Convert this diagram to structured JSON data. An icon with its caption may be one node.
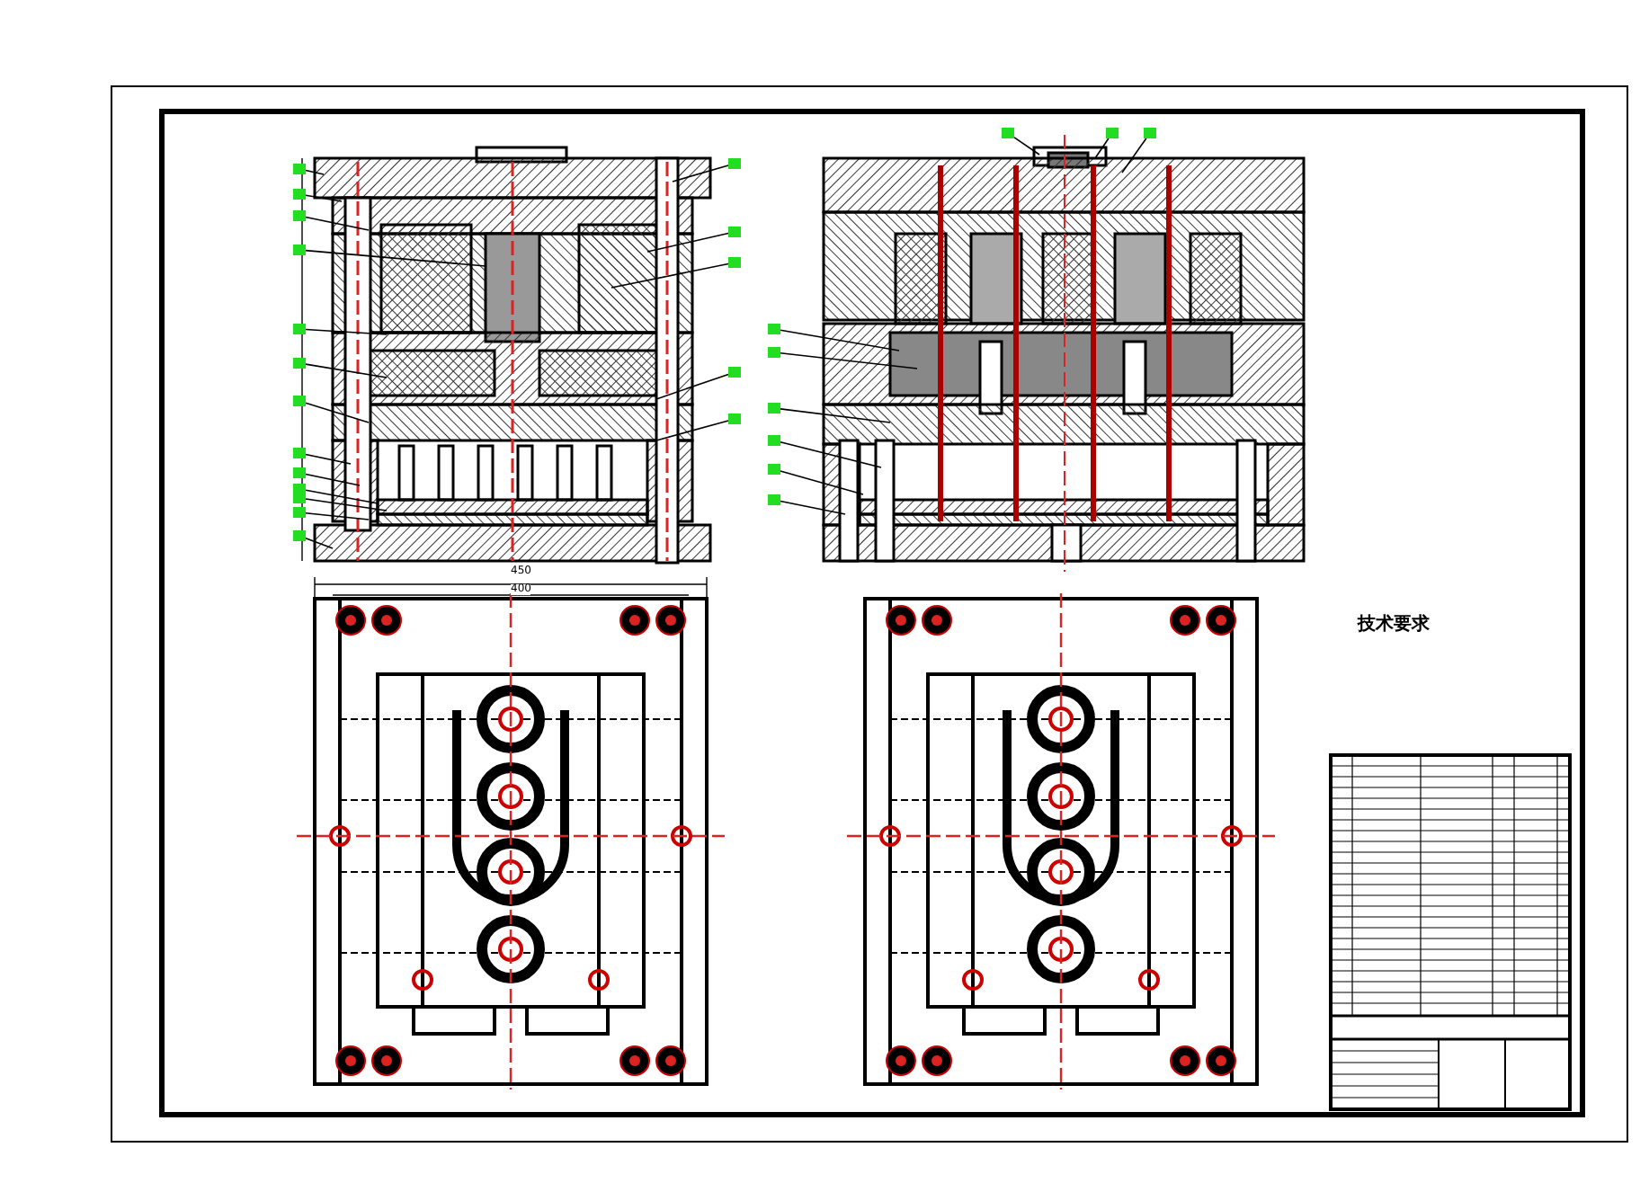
{
  "diagram": {
    "nodes": [
      {
        "text": [],
        "shape": "box"
      },
      {
        "text": [],
        "shape": "box"
      },
      {
        "text": [],
        "shape": "box"
      },
      {
        "text": [],
        "shape": "box"
      },
      {
        "text": [],
        "shape": "box"
      },
      {
        "text": [],
        "shape": "box"
      },
      {
        "text": [],
        "shape": "box"
      },
      {
        "text": [],
        "shape": "box"
      },
      {
        "text": [],
        "shape": "box"
      },
      {
        "text": [],
        "shape": "box"
      },
      {
        "text": [],
        "shape": "box"
      },
      {
        "text": [],
        "shape": "box"
      },
      {
        "text": [],
        "shape": "box"
      },
      {
        "text": [],
        "shape": "box"
      },
      {
        "text": [],
        "shape": "box"
      },
      {
        "text": [],
        "shape": "box"
      },
      {
        "text": [],
        "shape": "box"
      },
      {
        "text": [],
        "shape": "box"
      },
      {
        "text": [],
        "shape": "box"
      },
      {
        "text": [],
        "shape": "box"
      },
      {
        "text": [],
        "shape": "box"
      },
      {
        "text": [],
        "shape": "box"
      },
      {
        "text": [],
        "shape": "box"
      },
      {
        "text": [],
        "shape": "box"
      },
      {
        "text": [],
        "shape": "box"
      },
      {
        "text": [],
        "shape": "box"
      },
      {
        "text": [],
        "shape": "box"
      }
    ],
    "edges": [
      {
        "from": 0,
        "to": null,
        "arrow": "none"
      },
      {
        "from": 1,
        "to": null,
        "arrow": "none"
      },
      {
        "from": 2,
        "to": null,
        "arrow": "none"
      },
      {
        "from": 3,
        "to": null,
        "arrow": "none"
      },
      {
        "from": 4,
        "to": null,
        "arrow": "none"
      },
      {
        "from": 5,
        "to": null,
        "arrow": "none"
      },
      {
        "from": 6,
        "to": null,
        "arrow": "none"
      },
      {
        "from": 7,
        "to": null,
        "arrow": "none"
      },
      {
        "from": 8,
        "to": null,
        "arrow": "none"
      },
      {
        "from": 9,
        "to": null,
        "arrow": "none"
      },
      {
        "from": 10,
        "to": null,
        "arrow": "none"
      },
      {
        "from": 11,
        "to": null,
        "arrow": "none"
      },
      {
        "from": 12,
        "to": null,
        "arrow": "none"
      },
      {
        "from": 13,
        "to": null,
        "arrow": "none"
      },
      {
        "from": 14,
        "to": null,
        "arrow": "none"
      },
      {
        "from": 15,
        "to": null,
        "arrow": "none"
      },
      {
        "from": 16,
        "to": null,
        "arrow": "none"
      },
      {
        "from": 17,
        "to": null,
        "arrow": "none"
      },
      {
        "from": 18,
        "to": null,
        "arrow": "none"
      },
      {
        "from": 19,
        "to": null,
        "arrow": "none"
      },
      {
        "from": 20,
        "to": null,
        "arrow": "none"
      },
      {
        "from": 21,
        "to": null,
        "arrow": "none"
      },
      {
        "from": 22,
        "to": null,
        "arrow": "none"
      },
      {
        "from": 23,
        "to": null,
        "arrow": "none"
      },
      {
        "from": 24,
        "to": null,
        "arrow": "none"
      },
      {
        "from": 25,
        "to": null,
        "arrow": "none"
      },
      {
        "from": 26,
        "to": null,
        "arrow": "none"
      }
    ],
    "labels": [
      "450",
      "400",
      "技术要求"
    ]
  }
}
